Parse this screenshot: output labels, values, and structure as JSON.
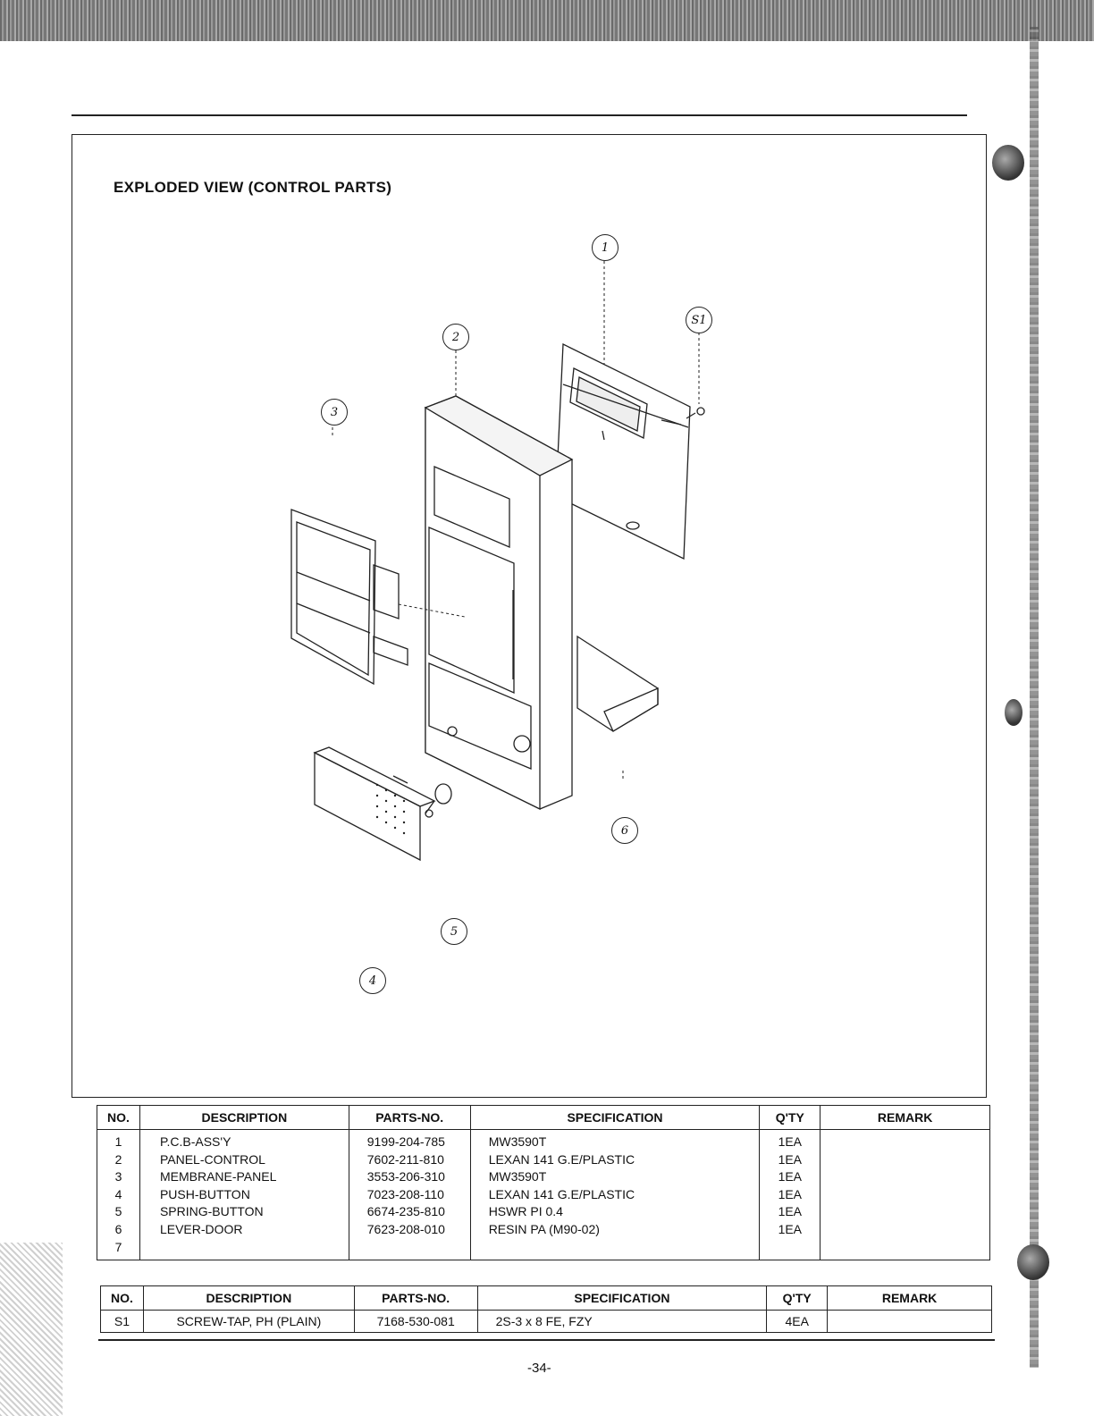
{
  "page": {
    "title": "EXPLODED VIEW (CONTROL PARTS)",
    "page_number": "-34-"
  },
  "callouts": [
    "1",
    "S1",
    "2",
    "3",
    "6",
    "5",
    "4"
  ],
  "parts_table": {
    "headers": [
      "NO.",
      "DESCRIPTION",
      "PARTS-NO.",
      "SPECIFICATION",
      "Q'TY",
      "REMARK"
    ],
    "rows": [
      {
        "no": "1",
        "description": "P.C.B-ASS'Y",
        "parts_no": "9199-204-785",
        "specification": "MW3590T",
        "qty": "1EA",
        "remark": ""
      },
      {
        "no": "2",
        "description": "PANEL-CONTROL",
        "parts_no": "7602-211-810",
        "specification": "LEXAN 141 G.E/PLASTIC",
        "qty": "1EA",
        "remark": ""
      },
      {
        "no": "3",
        "description": "MEMBRANE-PANEL",
        "parts_no": "3553-206-310",
        "specification": "MW3590T",
        "qty": "1EA",
        "remark": ""
      },
      {
        "no": "4",
        "description": "PUSH-BUTTON",
        "parts_no": "7023-208-110",
        "specification": "LEXAN 141 G.E/PLASTIC",
        "qty": "1EA",
        "remark": ""
      },
      {
        "no": "5",
        "description": "SPRING-BUTTON",
        "parts_no": "6674-235-810",
        "specification": "HSWR PI 0.4",
        "qty": "1EA",
        "remark": ""
      },
      {
        "no": "6",
        "description": "LEVER-DOOR",
        "parts_no": "7623-208-010",
        "specification": "RESIN PA (M90-02)",
        "qty": "1EA",
        "remark": ""
      },
      {
        "no": "7",
        "description": "",
        "parts_no": "",
        "specification": "",
        "qty": "",
        "remark": ""
      }
    ]
  },
  "screws_table": {
    "headers": [
      "NO.",
      "DESCRIPTION",
      "PARTS-NO.",
      "SPECIFICATION",
      "Q'TY",
      "REMARK"
    ],
    "rows": [
      {
        "no": "S1",
        "description": "SCREW-TAP, PH (PLAIN)",
        "parts_no": "7168-530-081",
        "specification": "2S-3 x 8 FE, FZY",
        "qty": "4EA",
        "remark": ""
      }
    ]
  }
}
